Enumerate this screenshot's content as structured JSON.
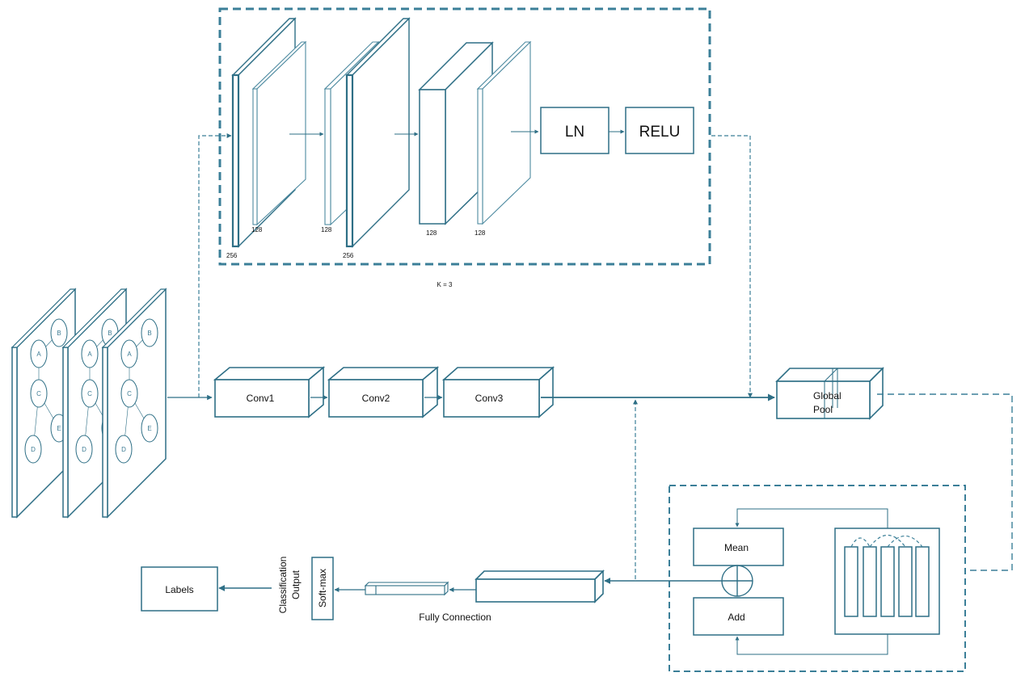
{
  "colors": {
    "stroke": "#2e6f86",
    "dashed": "#3b7f98",
    "light_stroke": "#4d8aa0",
    "text": "#111111"
  },
  "top_block": {
    "layer_dims": [
      "256",
      "128",
      "128",
      "256",
      "128",
      "128"
    ],
    "ln_label": "LN",
    "relu_label": "RELU",
    "kernel_note": "K = 3"
  },
  "graph_nodes": [
    "A",
    "B",
    "C",
    "D",
    "E"
  ],
  "conv": {
    "conv1": "Conv1",
    "conv2": "Conv2",
    "conv3": "Conv3"
  },
  "pool": {
    "line1": "Global",
    "line2": "Pool"
  },
  "aggregation": {
    "mean_label": "Mean",
    "add_label": "Add"
  },
  "output": {
    "labels_label": "Labels",
    "classification_line1": "Classification",
    "classification_line2": "Output",
    "softmax_label": "Soft-max",
    "fully_connection_label": "Fully Connection"
  }
}
